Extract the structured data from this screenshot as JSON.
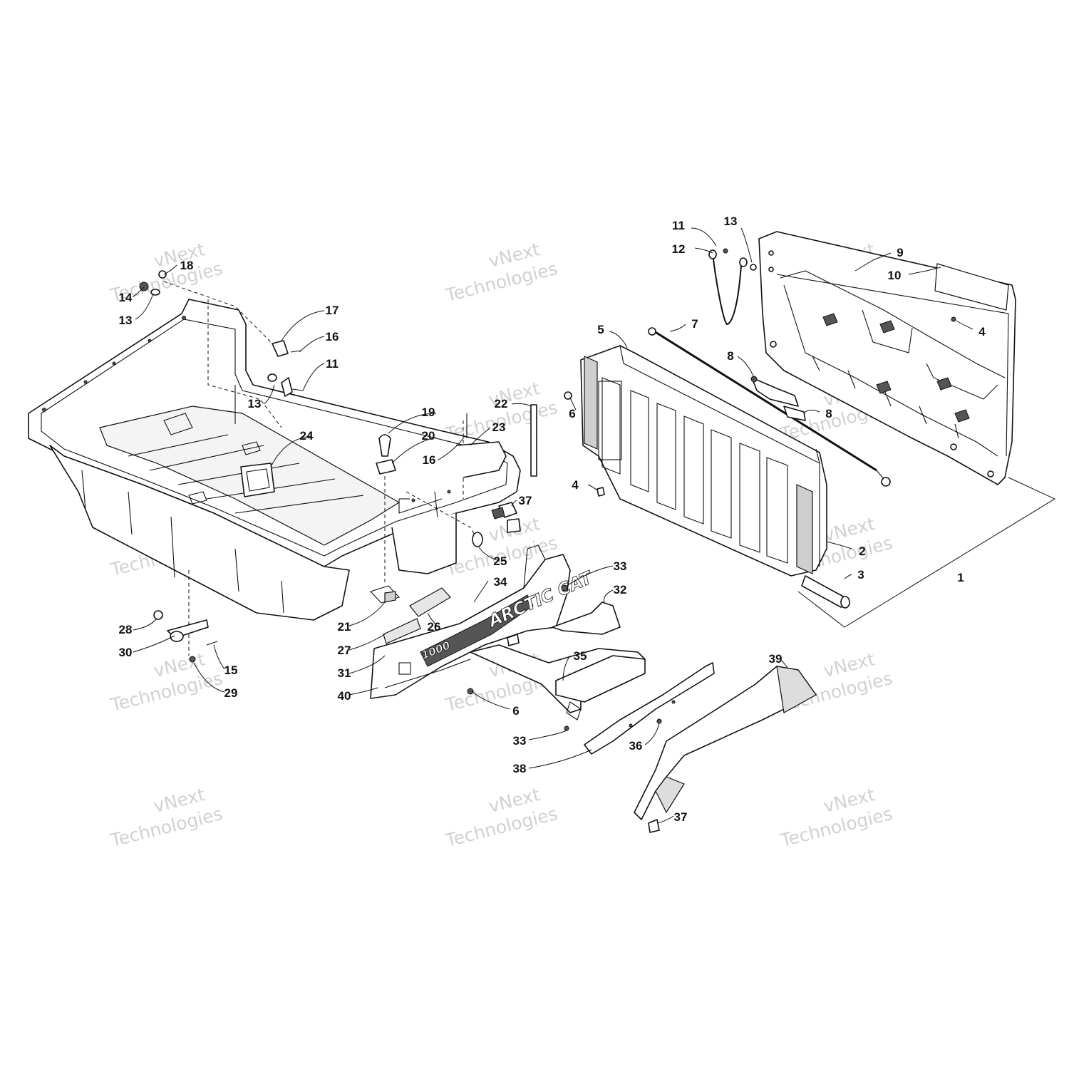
{
  "watermark": {
    "line1": "vNext",
    "line2": "Technologies"
  },
  "decal": {
    "brand": "ARCTIC CAT",
    "model": "1000"
  },
  "callouts": [
    "11",
    "13",
    "12",
    "9",
    "10",
    "4",
    "7",
    "5",
    "8",
    "6",
    "8",
    "4",
    "2",
    "3",
    "1",
    "18",
    "14",
    "13",
    "17",
    "16",
    "11",
    "13",
    "19",
    "20",
    "16",
    "22",
    "23",
    "24",
    "37",
    "25",
    "33",
    "32",
    "34",
    "21",
    "26",
    "27",
    "28",
    "30",
    "15",
    "29",
    "31",
    "40",
    "6",
    "35",
    "33",
    "36",
    "38",
    "39",
    "37"
  ]
}
